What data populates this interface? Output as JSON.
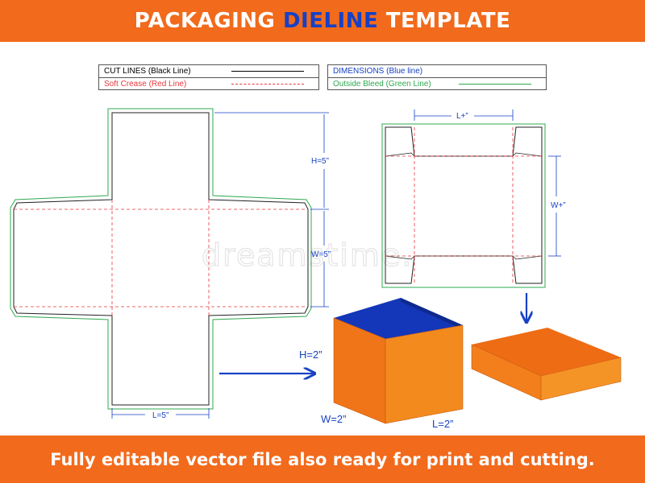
{
  "header": {
    "title_prefix": "PACKAGING ",
    "title_accent": "DIELINE",
    "title_suffix": " TEMPLATE"
  },
  "legend": {
    "cut_lines": "CUT LINES (Black Line)",
    "soft_crease": "Soft Crease (Red Line)",
    "dimensions": "DIMENSIONS (Blue line)",
    "outside_bleed": "Outside Bleed (Green Line)"
  },
  "base_dieline": {
    "height_label": "H=5”",
    "width_label": "W=5”",
    "length_label": "L=5”"
  },
  "lid_dieline": {
    "length_label": "L+”",
    "width_label": "W+”"
  },
  "box_3d": {
    "height_label": "H=2”",
    "width_label": "W=2”",
    "length_label": "L=2”"
  },
  "watermark": "dreamstime.",
  "footer": {
    "text": "Fully editable vector file also ready for print and cutting."
  },
  "colors": {
    "banner": "#f26a1b",
    "accent_blue": "#1741c5",
    "cut_line": "#000000",
    "crease_line": "#e8373d",
    "dimension_line": "#1741c5",
    "bleed_line": "#2fa84f",
    "box_orange": "#f07418",
    "box_inside": "#1436b8"
  }
}
